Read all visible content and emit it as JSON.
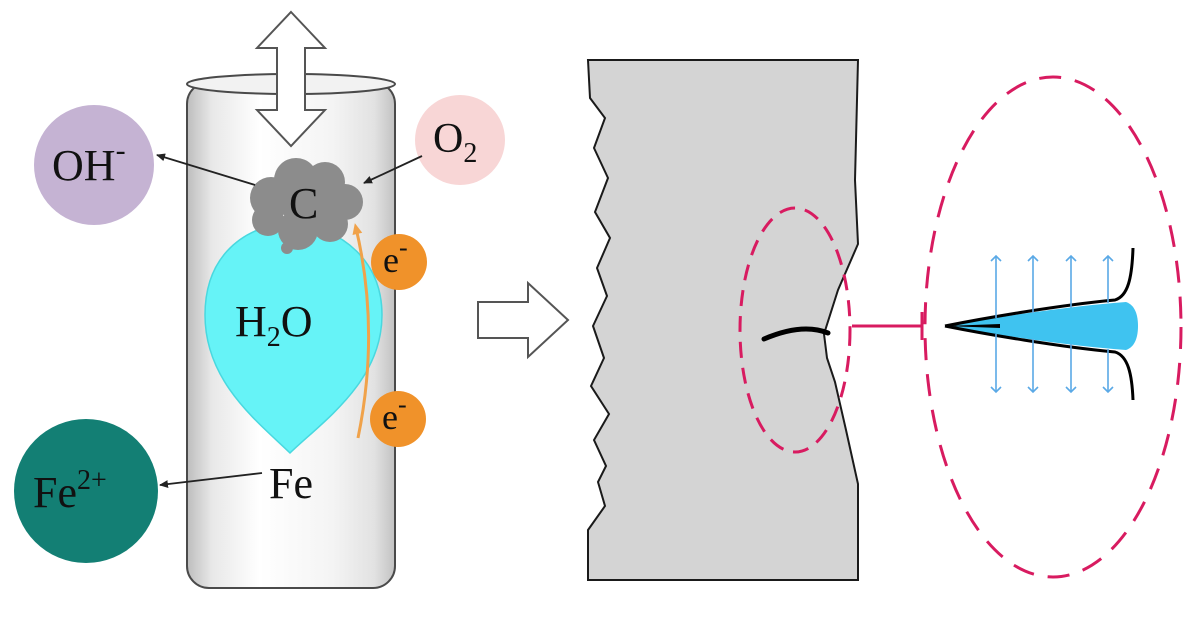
{
  "labels": {
    "hydroxide": "OH",
    "hydroxide_charge": "-",
    "oxygen": "O",
    "oxygen_sub": "2",
    "carbon": "C",
    "water_h": "H",
    "water_sub": "2",
    "water_o": "O",
    "electron": "e",
    "electron_charge": "-",
    "iron": "Fe",
    "iron_ion": "Fe",
    "iron_ion_charge": "2+"
  },
  "colors": {
    "hydroxide_circle": "#c5b3d3",
    "oxygen_circle": "#f8d6d6",
    "iron_ion_circle": "#137f74",
    "water_drop": "#66f3f7",
    "carbon_cloud": "#8c8c8c",
    "electron_circle": "#f0922a",
    "electron_path": "#f0a24a",
    "steel_block": "#d4d4d4",
    "highlight_dash": "#d81b60",
    "stress_arrows": "#5aa9e6",
    "crack_fill": "#3fc3f0"
  }
}
